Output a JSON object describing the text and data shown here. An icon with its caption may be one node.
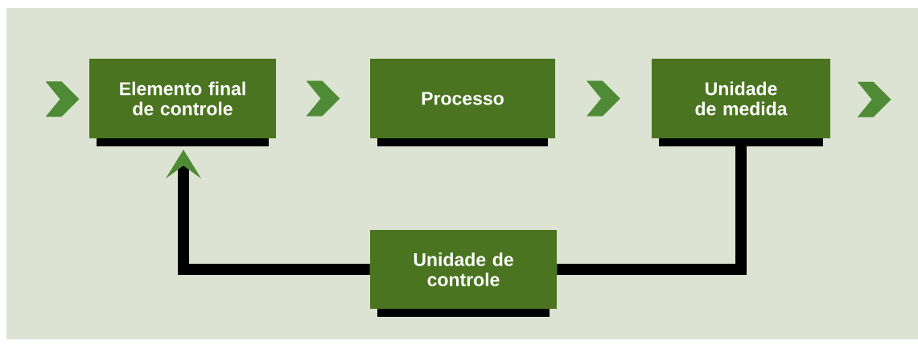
{
  "diagram": {
    "nodes": [
      {
        "text": [
          "Elemento final de controle"
        ]
      },
      {
        "text": [
          "Processo"
        ]
      },
      {
        "text": [
          "Unidade de medida"
        ]
      },
      {
        "text": [
          "Unidade de controle"
        ]
      }
    ],
    "edges": [
      {
        "from": null,
        "to": 0,
        "arrow": "to"
      },
      {
        "from": 0,
        "to": 1,
        "arrow": "to"
      },
      {
        "from": 1,
        "to": 2,
        "arrow": "to"
      },
      {
        "from": 2,
        "to": null,
        "arrow": "to"
      },
      {
        "from": 2,
        "to": 3,
        "arrow": "none",
        "color": "#000000"
      },
      {
        "from": 3,
        "to": 0,
        "arrow": "to",
        "color": "#000000"
      }
    ]
  }
}
